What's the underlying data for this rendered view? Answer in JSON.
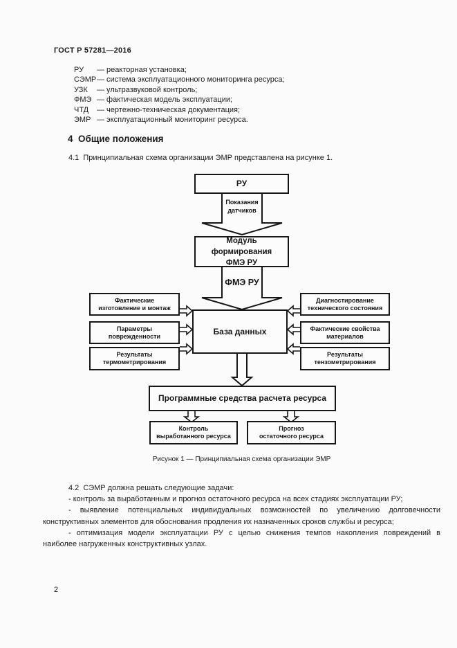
{
  "page": {
    "header": "ГОСТ Р 57281—2016",
    "page_number": "2"
  },
  "abbreviations": [
    {
      "term": "РУ",
      "definition": "— реакторная установка;"
    },
    {
      "term": "СЭМР",
      "definition": "— система эксплуатационного мониторинга ресурса;"
    },
    {
      "term": "УЗК",
      "definition": "— ультразвуковой контроль;"
    },
    {
      "term": "ФМЭ",
      "definition": "— фактическая модель эксплуатации;"
    },
    {
      "term": "ЧТД",
      "definition": "— чертежно-техническая документация;"
    },
    {
      "term": "ЭМР",
      "definition": "— эксплуатационный мониторинг ресурса."
    }
  ],
  "section": {
    "heading": "4  Общие положения",
    "para_4_1": "4.1  Принципиальная схема организации ЭМР представлена на рисунке 1."
  },
  "diagram": {
    "boxes": {
      "ru": "РУ",
      "module": "Модуль формирования\nФМЭ РУ",
      "database": "База данных",
      "left1": "Фактические\nизготовление и монтаж",
      "left2": "Параметры\nповрежденности",
      "left3": "Результаты\nтермометрирования",
      "right1": "Диагностирование\nтехнического состояния",
      "right2": "Фактические свойства\nматериалов",
      "right3": "Результаты\nтензометрирования",
      "software": "Программные средства расчета ресурса",
      "control": "Контроль\nвыработанного ресурса",
      "forecast": "Прогноз\nостаточного ресурса"
    },
    "arrow_labels": {
      "sensors": "Показания\nдатчиков",
      "fme": "ФМЭ РУ"
    },
    "caption": "Рисунок 1 — Принципиальная схема организации ЭМР"
  },
  "para_4_2": {
    "lines": [
      "4.2  СЭМР должна решать следующие задачи:",
      "- контроль за выработанным и прогноз остаточного ресурса на всех стадиях эксплуатации РУ;",
      "- выявление потенциальных индивидуальных возможностей по увеличению долговечности",
      "конструктивных элементов для обоснования продления их назначенных сроков службы и ресурса;",
      "- оптимизация модели эксплуатации РУ с целью снижения темпов накопления повреждений в",
      "наиболее нагруженных конструктивных узлах."
    ]
  },
  "colors": {
    "ink": "#1b1b1b",
    "paper": "#fbfbfb",
    "line": "#161616"
  }
}
